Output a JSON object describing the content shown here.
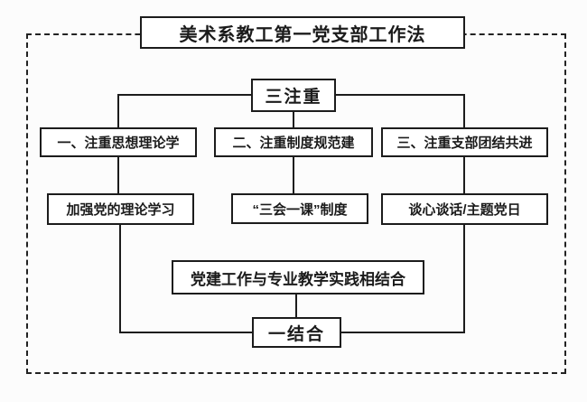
{
  "diagram": {
    "title": "美术系教工第一党支部工作法",
    "root": "三注重",
    "branches": [
      {
        "heading": "一、注重思想理论学",
        "detail": "加强党的理论学习"
      },
      {
        "heading": "二、注重制度规范建",
        "detail": "“三会一课”制度"
      },
      {
        "heading": "三、注重支部团结共进",
        "detail": "谈心谈话/主题党日"
      }
    ],
    "integration": "党建工作与专业教学实践相结合",
    "bottom": "一结合"
  },
  "colors": {
    "line": "#1c1c1c",
    "box_border": "#1c1c1c",
    "box_background": "#ffffff",
    "page_background": "#fcfcfc",
    "text": "#1b1b1b",
    "dashed_border": "#232323"
  }
}
